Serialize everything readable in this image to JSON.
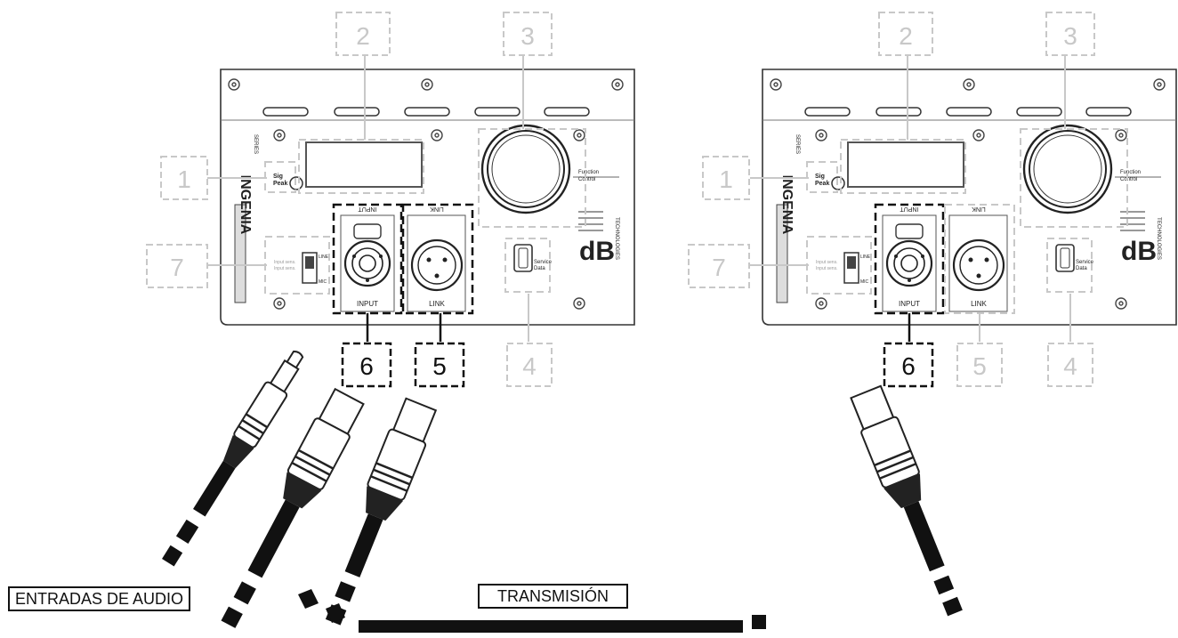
{
  "panels": [
    {
      "callouts": {
        "c1": "1",
        "c2": "2",
        "c3": "3",
        "c4": "4",
        "c5": "5",
        "c6": "6",
        "c7": "7"
      },
      "labels": {
        "brand_vertical": "INGENIA",
        "series": "SERIES",
        "signal": "Sig",
        "peak": "Peak",
        "input_top": "INPUT",
        "input_bottom": "INPUT",
        "link_top": "LINK",
        "link_bottom": "LINK",
        "line": "LINE",
        "mic": "MIC",
        "input_sens_1": "Input sens.",
        "input_sens_2": "Input sens.",
        "service": "Service",
        "data": "Data",
        "function": "Function",
        "control": "Control",
        "logo": "dB",
        "technologies": "TECHNOLOGIES"
      },
      "highlighted": [
        "6",
        "5"
      ]
    },
    {
      "callouts": {
        "c1": "1",
        "c2": "2",
        "c3": "3",
        "c4": "4",
        "c5": "5",
        "c6": "6",
        "c7": "7"
      },
      "labels": {
        "brand_vertical": "INGENIA",
        "series": "SERIES",
        "signal": "Sig",
        "peak": "Peak",
        "input_top": "INPUT",
        "input_bottom": "INPUT",
        "link_top": "LINK",
        "link_bottom": "LINK",
        "line": "LINE",
        "mic": "MIC",
        "input_sens_1": "Input sens.",
        "input_sens_2": "Input sens.",
        "service": "Service",
        "data": "Data",
        "function": "Function",
        "control": "Control",
        "logo": "dB",
        "technologies": "TECHNOLOGIES"
      },
      "highlighted": [
        "6"
      ]
    }
  ],
  "captions": {
    "audio_inputs": "ENTRADAS DE AUDIO",
    "transmission": "TRANSMISIÓN"
  },
  "colors": {
    "highlight": "#111111",
    "faded": "#c8c8c8",
    "panel_line": "#333333"
  }
}
